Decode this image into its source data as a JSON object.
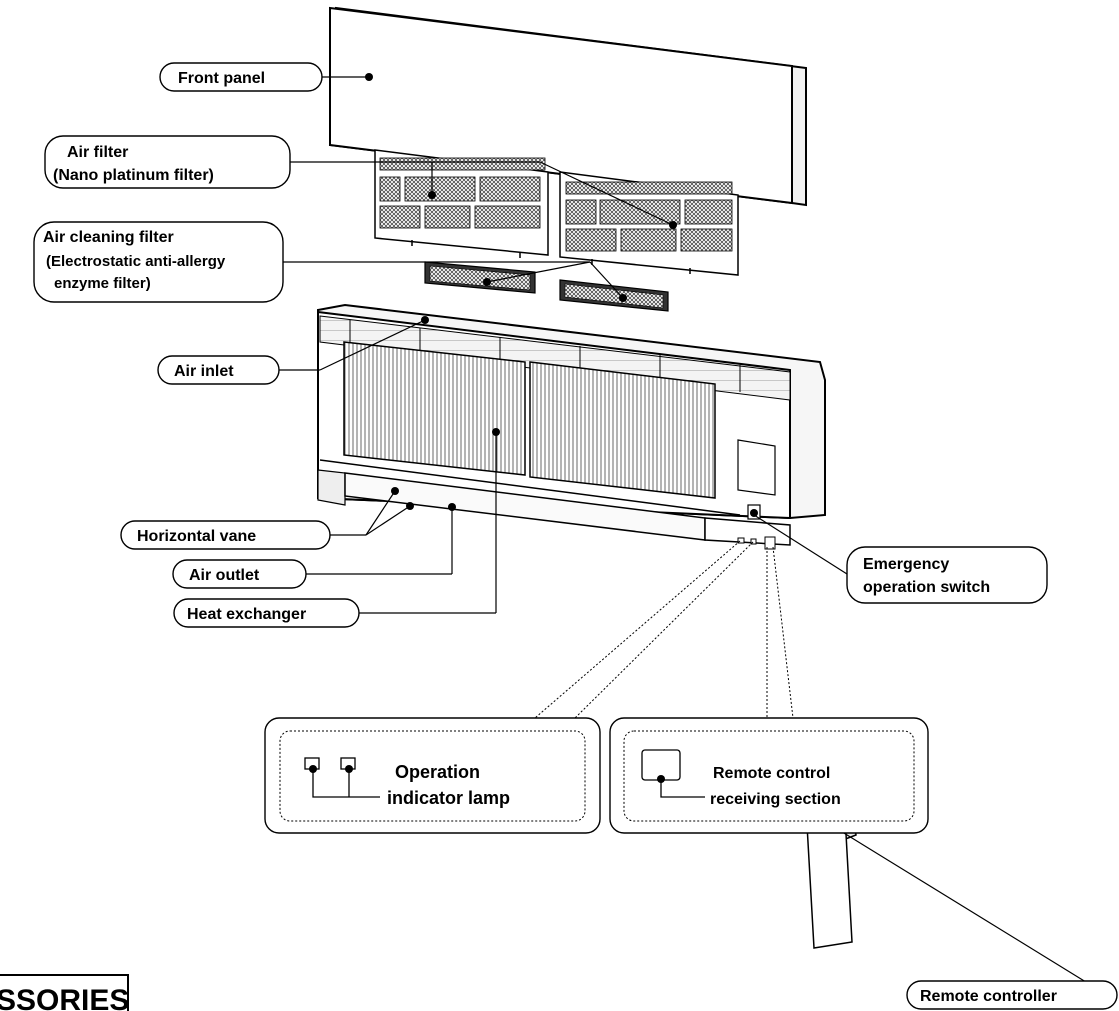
{
  "labels": {
    "front_panel": "Front panel",
    "air_filter_1": "Air filter",
    "air_filter_2": "(Nano platinum filter)",
    "air_cleaning_1": "Air cleaning filter",
    "air_cleaning_2": "(Electrostatic anti-allergy",
    "air_cleaning_3": "enzyme filter)",
    "air_inlet": "Air inlet",
    "horizontal_vane": "Horizontal vane",
    "air_outlet": "Air outlet",
    "heat_exchanger": "Heat exchanger",
    "emergency_1": "Emergency",
    "emergency_2": "operation switch",
    "operation_1": "Operation",
    "operation_2": "indicator lamp",
    "remote_receive_1": "Remote control",
    "remote_receive_2": "receiving section",
    "remote_controller": "Remote controller",
    "accessories": "SSORIES"
  }
}
